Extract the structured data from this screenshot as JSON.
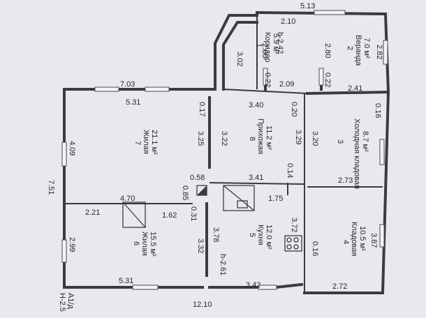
{
  "dims": {
    "top_513": "5.13",
    "v_210": "2.10",
    "h_242": "h-2.42",
    "v_302": "3.02",
    "v_280a": "2.80",
    "v_280b": "2.80",
    "v_282": "2.82",
    "v_022a": "0.22",
    "v_209": "2.09",
    "v_022b": "0.22",
    "v_241": "2.41",
    "top_703": "7.03",
    "top_531": "5.31",
    "v_017": "0.17",
    "h_340": "3.40",
    "v_020": "0.20",
    "v_016a": "0.16",
    "v_409": "4.09",
    "v_325": "3.25",
    "v_322": "3.22",
    "v_329": "3.29",
    "v_320": "3.20",
    "v_751": "7.51",
    "h_058": "0.58",
    "h_341": "3.41",
    "v_014": "0.14",
    "h_273": "2.73",
    "v_085": "0.85",
    "v_031": "0.31",
    "h_470": "4.70",
    "h_175": "1.75",
    "h_221": "2.21",
    "h_162": "1.62",
    "v_372": "3.72",
    "v_387": "3.87",
    "v_299": "2.99",
    "v_378": "3.78",
    "v_332": "3.32",
    "v_016b": "0.16",
    "h_261": "h-2.61",
    "bottom_531": "5.31",
    "bottom_342": "3.42",
    "bottom_272": "2.72",
    "bottom_1210": "12.10"
  },
  "rooms": {
    "r1": {
      "num": "1",
      "name": "Коридор",
      "area": "5.9 м²"
    },
    "r2": {
      "num": "2",
      "name": "Веранда",
      "area": "7.0 м²"
    },
    "r3": {
      "num": "3",
      "name": "Холодная кладовая",
      "area": "8.7 м²"
    },
    "r4": {
      "num": "4",
      "name": "Кладовая",
      "area": "10.5 м²"
    },
    "r5": {
      "num": "5",
      "name": "Кухня",
      "area": "12.0 м²"
    },
    "r6": {
      "num": "6",
      "name": "Жилая",
      "area": "15.5 м²"
    },
    "r7": {
      "num": "7",
      "name": "Жилая",
      "area": "21.1 м²"
    },
    "r8": {
      "num": "8",
      "name": "Прихожая",
      "area": "11.2 м²"
    }
  },
  "stamp": {
    "a": "А1/д",
    "h": "H-2.5"
  }
}
